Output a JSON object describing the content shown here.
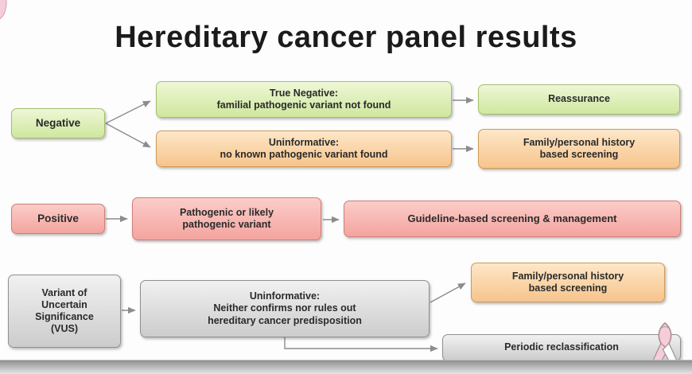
{
  "title": "Hereditary cancer panel results",
  "colors": {
    "green": "#cfe79e",
    "orange": "#f7c48c",
    "pink": "#f4a49e",
    "gray": "#cccccc",
    "arrow": "#8c8c8c",
    "ribbon_pink": "#f5cdd8"
  },
  "nodes": {
    "negative": {
      "label": "Negative"
    },
    "true_negative": {
      "label": "True Negative:\nfamilial pathogenic variant not found"
    },
    "reassurance": {
      "label": "Reassurance"
    },
    "uninformative_negative": {
      "label": "Uninformative:\nno known pathogenic variant found"
    },
    "family_history_screening_top": {
      "label": "Family/personal history\nbased screening"
    },
    "positive": {
      "label": "Positive"
    },
    "pathogenic_variant": {
      "label": "Pathogenic or likely\npathogenic variant"
    },
    "guideline_management": {
      "label": "Guideline-based screening & management"
    },
    "vus": {
      "label": "Variant of\nUncertain\nSignificance\n(VUS)"
    },
    "uninformative_vus": {
      "label": "Uninformative:\nNeither confirms nor rules out\nhereditary cancer predisposition"
    },
    "family_history_screening_bottom": {
      "label": "Family/personal history\nbased screening"
    },
    "periodic_reclassification": {
      "label": "Periodic reclassification"
    }
  }
}
